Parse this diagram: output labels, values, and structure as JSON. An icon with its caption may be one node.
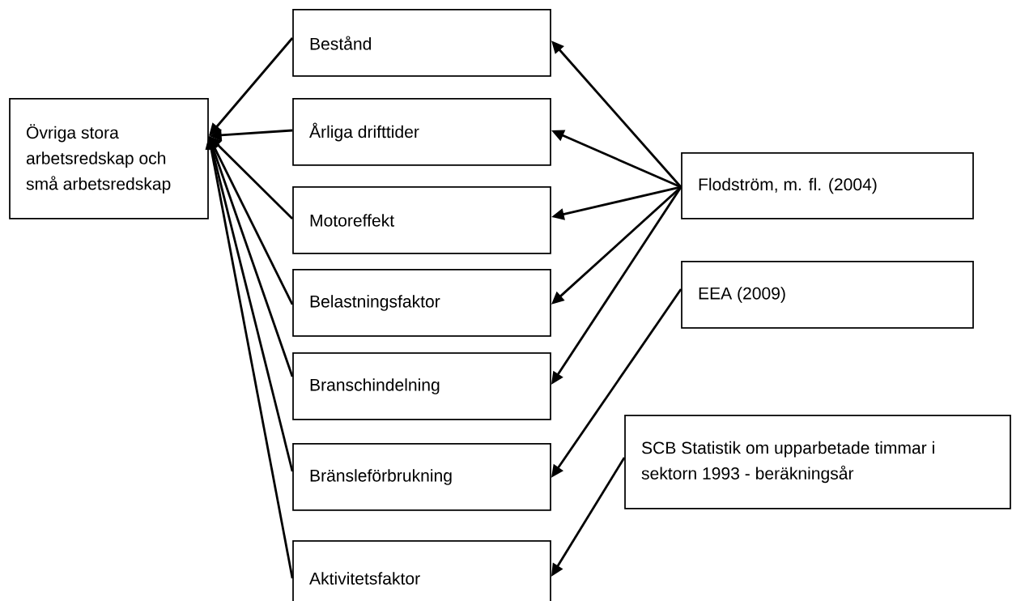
{
  "diagram": {
    "nodes": [
      {
        "text": [
          "Övriga stora arbetsredskap och små arbetsredskap"
        ]
      },
      {
        "text": [
          "Bestånd"
        ]
      },
      {
        "text": [
          "Årliga drifttider"
        ]
      },
      {
        "text": [
          "Motoreffekt"
        ]
      },
      {
        "text": [
          "Belastningsfaktor"
        ]
      },
      {
        "text": [
          "Branschindelning"
        ]
      },
      {
        "text": [
          "Bränsleförbrukning"
        ]
      },
      {
        "text": [
          "Aktivitetsfaktor"
        ]
      },
      {
        "text": [
          "Flodström, m. fl. (2004)"
        ]
      },
      {
        "text": [
          "EEA (2009)"
        ]
      },
      {
        "text": [
          "SCB Statistik om upparbetade timmar i sektorn 1993 - beräkningsår"
        ]
      }
    ],
    "edges": [
      {
        "from": 1,
        "to": 0,
        "arrow": "to"
      },
      {
        "from": 2,
        "to": 0,
        "arrow": "to"
      },
      {
        "from": 3,
        "to": 0,
        "arrow": "to"
      },
      {
        "from": 4,
        "to": 0,
        "arrow": "to"
      },
      {
        "from": 5,
        "to": 0,
        "arrow": "to"
      },
      {
        "from": 6,
        "to": 0,
        "arrow": "to"
      },
      {
        "from": 7,
        "to": 0,
        "arrow": "to"
      },
      {
        "from": 8,
        "to": 1,
        "arrow": "to"
      },
      {
        "from": 8,
        "to": 2,
        "arrow": "to"
      },
      {
        "from": 8,
        "to": 3,
        "arrow": "to"
      },
      {
        "from": 8,
        "to": 4,
        "arrow": "to"
      },
      {
        "from": 8,
        "to": 5,
        "arrow": "to"
      },
      {
        "from": 9,
        "to": 6,
        "arrow": "to"
      },
      {
        "from": 10,
        "to": 7,
        "arrow": "to"
      }
    ]
  }
}
